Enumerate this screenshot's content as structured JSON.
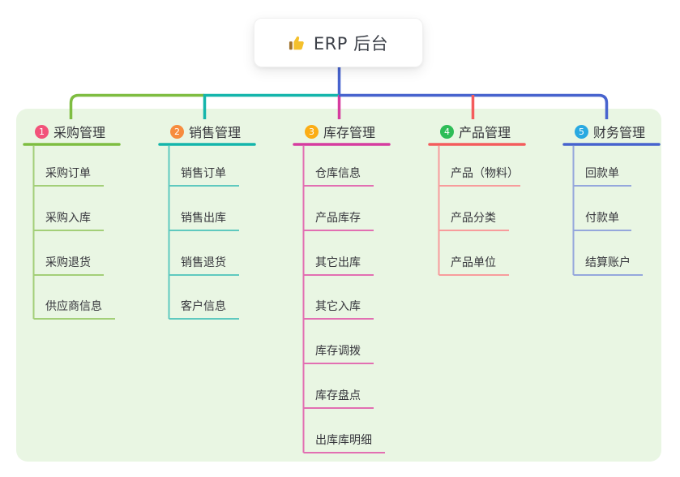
{
  "root": {
    "label": "ERP 后台",
    "icon": "thumbs-up-icon",
    "icon_colors": {
      "hand": "#F4C02C",
      "cuff": "#A0722C"
    }
  },
  "canvas": {
    "background": "#FFFFFF",
    "panel_background": "#E9F6E3"
  },
  "line_colors": {
    "green": "#7EBD41",
    "teal": "#14B5AB",
    "magenta": "#D63C9F",
    "red": "#F45C5C",
    "blue": "#4763CE"
  },
  "branches": [
    {
      "num": "1",
      "label": "采购管理",
      "badge_color": "#F2537A",
      "line_color": "#7EBD41",
      "child_line_color": "#A3CF78",
      "children": [
        "采购订单",
        "采购入库",
        "采购退货",
        "供应商信息"
      ]
    },
    {
      "num": "2",
      "label": "销售管理",
      "badge_color": "#F78C3E",
      "line_color": "#14B5AB",
      "child_line_color": "#5FC9BF",
      "children": [
        "销售订单",
        "销售出库",
        "销售退货",
        "客户信息"
      ]
    },
    {
      "num": "3",
      "label": "库存管理",
      "badge_color": "#FBAD15",
      "line_color": "#D63C9F",
      "child_line_color": "#E26FB2",
      "children": [
        "仓库信息",
        "产品库存",
        "其它出库",
        "其它入库",
        "库存调拨",
        "库存盘点",
        "出库库明细"
      ]
    },
    {
      "num": "4",
      "label": "产品管理",
      "badge_color": "#2EBD57",
      "line_color": "#F45C5C",
      "child_line_color": "#F89C9C",
      "children": [
        "产品（物料）",
        "产品分类",
        "产品单位"
      ]
    },
    {
      "num": "5",
      "label": "财务管理",
      "badge_color": "#29A9E1",
      "line_color": "#4763CE",
      "child_line_color": "#95A7DC",
      "children": [
        "回款单",
        "付款单",
        "结算账户"
      ]
    }
  ]
}
